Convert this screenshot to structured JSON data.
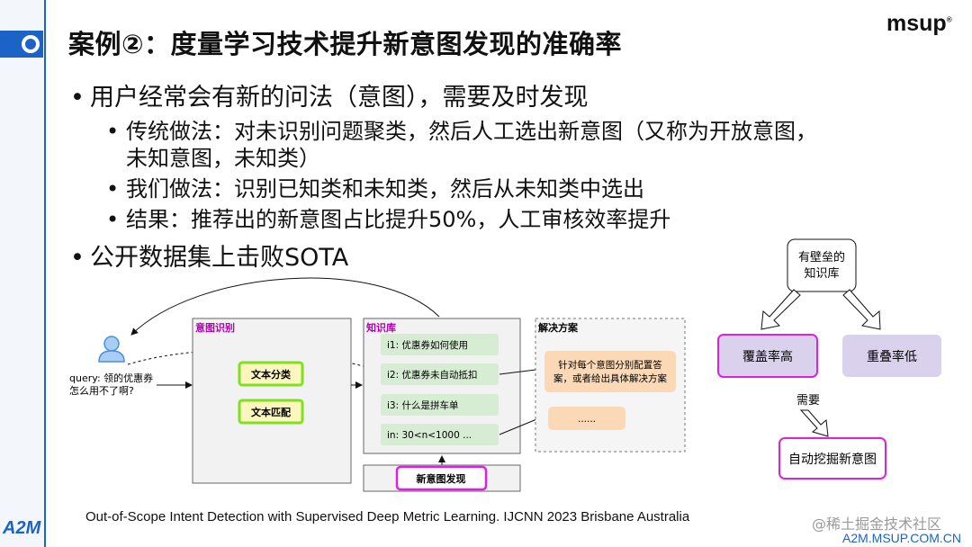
{
  "slide": {
    "title": "案例②：度量学习技术提升新意图发现的准确率",
    "logo_text": "msup",
    "logo_mark": "®",
    "bullets": {
      "b1": "用户经常会有新的问法（意图），需要及时发现",
      "b1_1_line1": "传统做法：对未识别问题聚类，然后人工选出新意图（又称为开放意图，",
      "b1_1_line2": "未知意图，未知类）",
      "b1_2": "我们做法：识别已知类和未知类，然后从未知类中选出",
      "b1_3": "结果：推荐出的新意图占比提升50%，人工审核效率提升",
      "b2": "公开数据集上击败SOTA"
    },
    "bullet_symbol": "•",
    "citation": "Out-of-Scope Intent Detection with Supervised Deep Metric Learning.   IJCNN 2023   Brisbane Australia",
    "brand_logo": "A2M",
    "watermark": "@稀土掘金技术社区",
    "watermark_url": "A2M.MSUP.COM.CN"
  },
  "pipeline": {
    "query_line1": "query: 领的优惠券",
    "query_line2": "怎么用不了啊?",
    "intent_panel_title": "意图识别",
    "text_classify": "文本分类",
    "text_match": "文本匹配",
    "kb_panel_title": "知识库",
    "kb_items": [
      "i1: 优惠券如何使用",
      "i2: 优惠券未自动抵扣",
      "i3: 什么是拼车单",
      "in:  30<n<1000   ..."
    ],
    "solution_panel_title": "解决方案",
    "solution_line1": "针对每个意图分别配置答",
    "solution_line2": "案，或者给出具体解决方案",
    "solution_ellipsis": "......",
    "new_intent": "新意图发现"
  },
  "tree": {
    "root_line1": "有壁垒的",
    "root_line2": "知识库",
    "left": "覆盖率高",
    "right": "重叠率低",
    "edge_label": "需要",
    "bottom": "自动挖掘新意图"
  },
  "colors": {
    "accent_blue": "#1c63c7",
    "magenta": "#e020e0",
    "green_box": "#7ee020",
    "yellow_box": "#fdf6bf",
    "kb_item_green": "#d6ecd3",
    "orange_box": "#fcd9b6",
    "purple_box": "#dad1ec"
  }
}
